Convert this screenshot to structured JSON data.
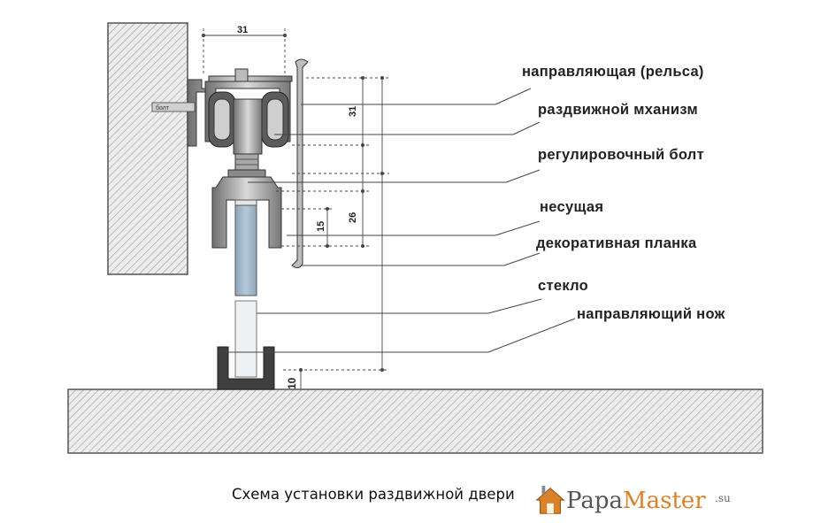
{
  "labels": {
    "rail": "направляющая (рельса)",
    "mechanism": "раздвижной мханизм",
    "bolt": "регулировочный болт",
    "carrier": "несущая",
    "trim": "декоративная планка",
    "glass": "стекло",
    "guide": "направляющий нож"
  },
  "dimensions": {
    "top_width": "31",
    "rail_height": "31",
    "carrier_height": "26",
    "trim_height": "15",
    "floor_gap": "10",
    "bolt_tag": "болт"
  },
  "caption": "Схема установки раздвижной двери",
  "logo": {
    "name_a": "Papa",
    "name_b": "Master",
    "suffix": ".su",
    "icon": "house-icon"
  },
  "colors": {
    "metal": "#c8c8c8",
    "glass": "#9fb5c9",
    "hatch": "#8a8a8a",
    "accent": "#d9822b"
  }
}
